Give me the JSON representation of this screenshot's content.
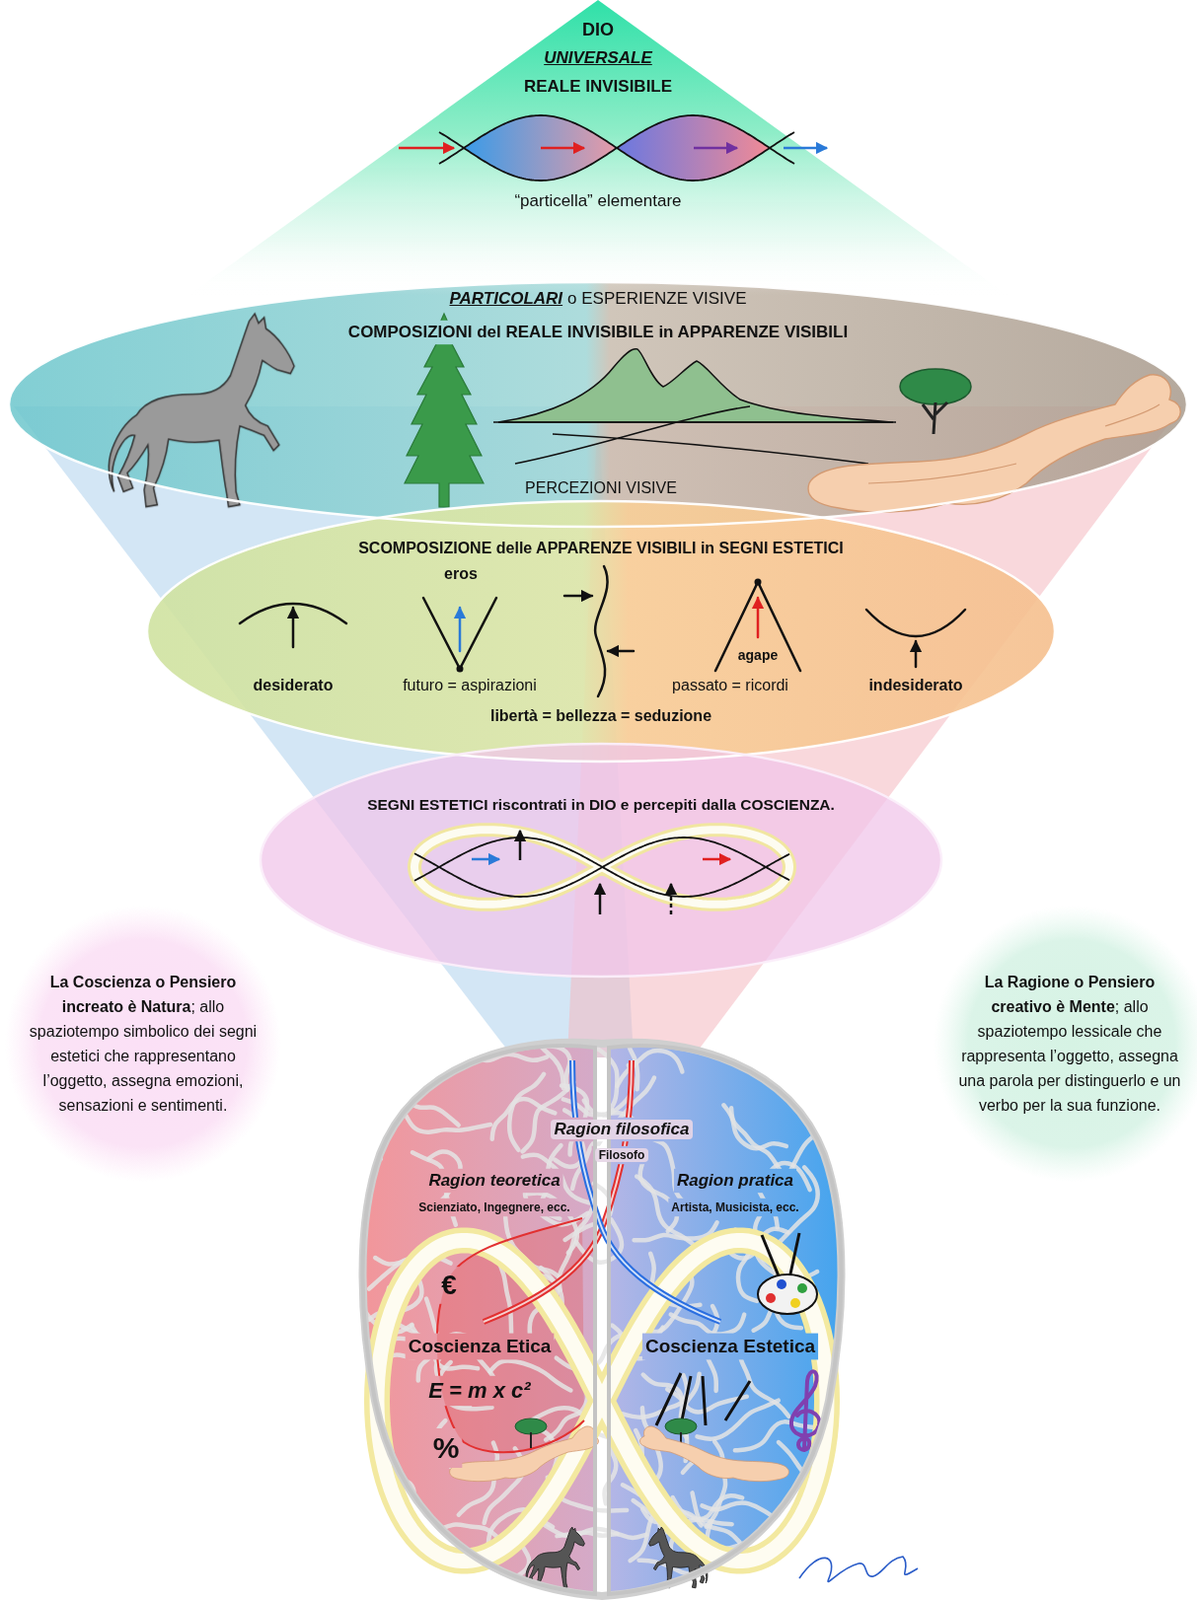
{
  "diagram": {
    "nodes": [
      {
        "text": [
          "DIO",
          "UNIVERSALE",
          "REALE INVISIBILE",
          "“particella” elementare"
        ]
      },
      {
        "text": [
          "PARTICOLARI",
          "o ESPERIENZE VISIVE",
          "COMPOSIZIONI del REALE INVISIBILE in APPARENZE VISIBILI"
        ]
      },
      {
        "text": [
          "PERCEZIONI VISIVE",
          "SCOMPOSIZIONE delle APPARENZE VISIBILI in SEGNI ESTETICI",
          "desiderato",
          "eros",
          "futuro = aspirazioni",
          "agape",
          "passato = ricordi",
          "indesiderato",
          "libertà = bellezza = seduzione"
        ]
      },
      {
        "text": [
          "SEGNI ESTETICI riscontrati in DIO e percepiti dalla COSCIENZA."
        ]
      },
      {
        "text": [
          "La Coscienza o Pensiero increato è Natura",
          "; allo spaziotempo simbolico dei segni estetici che rappresentano l’oggetto, assegna emozioni, sensazioni e sentimenti."
        ]
      },
      {
        "text": [
          "La Ragione o Pensiero creativo è Mente",
          "; allo spaziotempo lessicale che rappresenta l’oggetto, assegna una parola per distinguerlo e un verbo per la sua funzione."
        ]
      },
      {
        "text": [
          "Ragion filosofica",
          "Filosofo",
          "Ragion teoretica",
          "Scienziato, Ingegnere, ecc.",
          "Ragion pratica",
          "Artista, Musicista, ecc."
        ]
      },
      {
        "text": [
          "€",
          "Coscienza Etica",
          "E = m x c²",
          "%"
        ],
        "in": 6
      },
      {
        "text": [
          "Coscienza Estetica"
        ],
        "in": 6
      }
    ]
  }
}
